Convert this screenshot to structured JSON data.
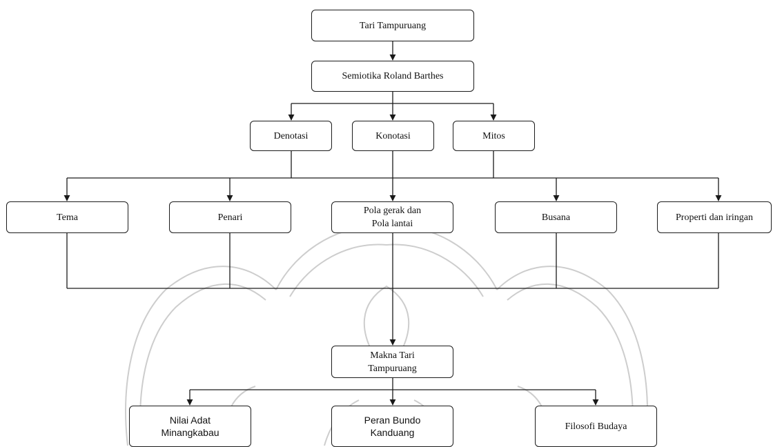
{
  "nodes": {
    "root": "Tari Tampuruang",
    "method": "Semiotika Roland Barthes",
    "denotasi": "Denotasi",
    "konotasi": "Konotasi",
    "mitos": "Mitos",
    "tema": "Tema",
    "penari": "Penari",
    "pola": "Pola gerak dan\nPola lantai",
    "busana": "Busana",
    "properti": "Properti dan iringan",
    "makna": "Makna Tari\nTampuruang",
    "nilai": "Nilai Adat\nMinangkabau",
    "peran": "Peran Bundo\nKanduang",
    "filosofi": "Filosofi Budaya"
  },
  "colors": {
    "line": "#1a1a1a",
    "watermark": "#c8c8c8"
  }
}
